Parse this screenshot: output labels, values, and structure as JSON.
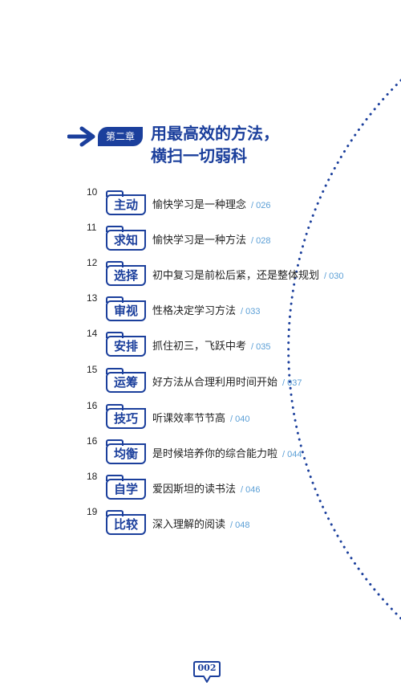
{
  "chapter": {
    "tag": "第二章",
    "title_line1": "用最高效的方法，",
    "title_line2": "横扫一切弱科"
  },
  "entries": [
    {
      "num": "10",
      "tag": "主动",
      "title": "愉快学习是一种理念",
      "page": "/ 026"
    },
    {
      "num": "11",
      "tag": "求知",
      "title": "愉快学习是一种方法",
      "page": "/ 028"
    },
    {
      "num": "12",
      "tag": "选择",
      "title": "初中复习是前松后紧，还是整体规划",
      "page": "/ 030"
    },
    {
      "num": "13",
      "tag": "审视",
      "title": "性格决定学习方法",
      "page": "/ 033"
    },
    {
      "num": "14",
      "tag": "安排",
      "title": "抓住初三，飞跃中考",
      "page": "/ 035"
    },
    {
      "num": "15",
      "tag": "运筹",
      "title": "好方法从合理利用时间开始",
      "page": "/ 037"
    },
    {
      "num": "16",
      "tag": "技巧",
      "title": "听课效率节节高",
      "page": "/ 040"
    },
    {
      "num": "16",
      "tag": "均衡",
      "title": "是时候培养你的综合能力啦",
      "page": "/ 044"
    },
    {
      "num": "18",
      "tag": "自学",
      "title": "爱因斯坦的读书法",
      "page": "/ 046"
    },
    {
      "num": "19",
      "tag": "比较",
      "title": "深入理解的阅读",
      "page": "/ 048"
    }
  ],
  "footer": {
    "page_number": "002"
  },
  "colors": {
    "accent": "#1b3f9c",
    "page_ref": "#5b9fd6"
  }
}
